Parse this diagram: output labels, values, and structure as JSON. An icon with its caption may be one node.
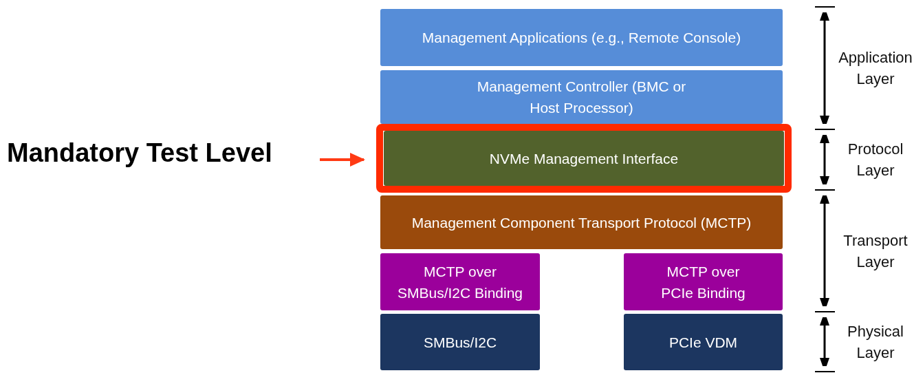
{
  "diagram": {
    "nodes": [
      {
        "text": [
          "Mandatory Test Level"
        ]
      },
      {
        "text": [
          "Management Applications (e.g., Remote Console)"
        ]
      },
      {
        "text": [
          "Management Controller (BMC or Host Processor)"
        ]
      },
      {
        "text": [],
        "shape": "box"
      },
      {
        "text": [
          "NVMe Management Interface"
        ],
        "in": 3
      },
      {
        "text": [
          "Management Component Transport Protocol (MCTP)"
        ]
      },
      {
        "text": [
          "MCTP over SMBus/I2C Binding"
        ]
      },
      {
        "text": [
          "MCTP over PCIe Binding"
        ]
      },
      {
        "text": [
          "SMBus/I2C"
        ]
      },
      {
        "text": [
          "PCIe VDM"
        ]
      }
    ],
    "edges": [
      {
        "from": 0,
        "to": 3,
        "arrow": "to"
      }
    ],
    "labels": [
      "Application Layer",
      "Protocol Layer",
      "Transport Layer",
      "Physical Layer"
    ]
  }
}
